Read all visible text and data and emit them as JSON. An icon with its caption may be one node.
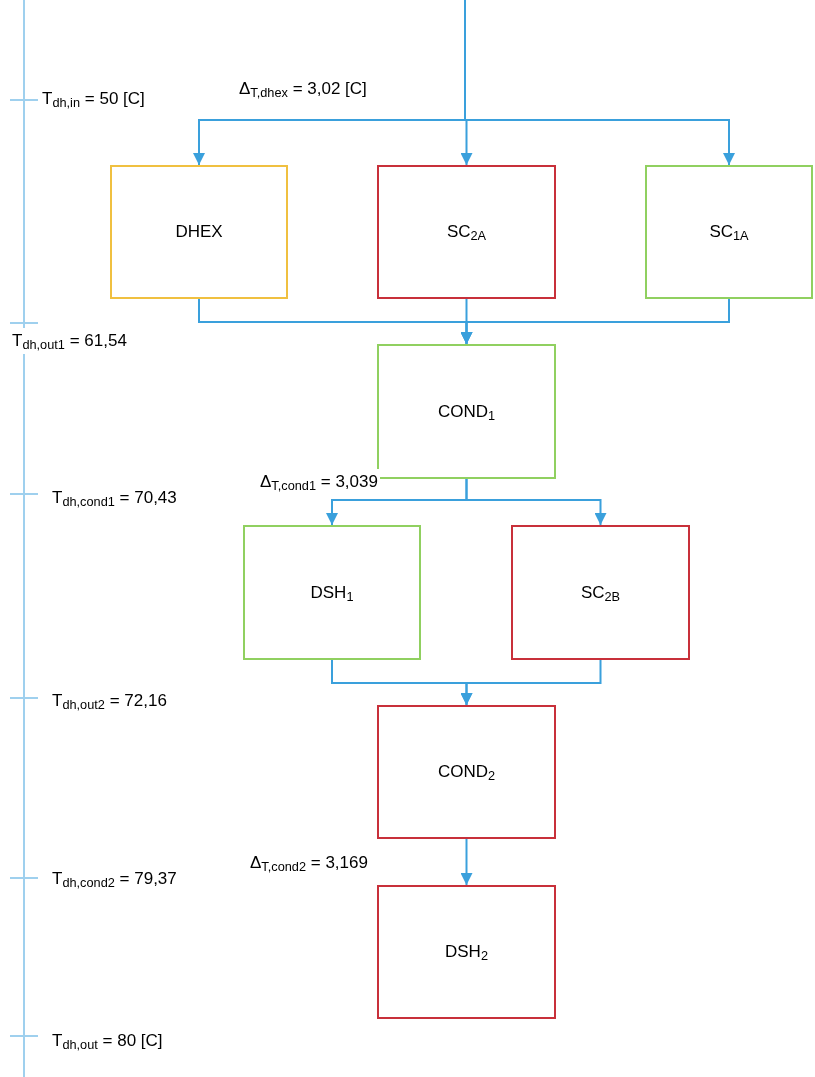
{
  "diagram": {
    "nodes": [
      {
        "text": [
          "DHEX"
        ]
      },
      {
        "text": [
          "SC$_{2A}$"
        ]
      },
      {
        "text": [
          "SC$_{1A}$"
        ]
      },
      {
        "text": [
          "COND$_{1}$"
        ]
      },
      {
        "text": [
          "DSH$_{1}$"
        ]
      },
      {
        "text": [
          "SC$_{2B}$"
        ]
      },
      {
        "text": [
          "COND$_{2}$"
        ]
      },
      {
        "text": [
          "DSH$_{2}$"
        ]
      }
    ],
    "edges": [
      {
        "from": null,
        "to": 0,
        "arrow": "to"
      },
      {
        "from": null,
        "to": 1,
        "arrow": "to"
      },
      {
        "from": null,
        "to": 2,
        "arrow": "to"
      },
      {
        "from": 0,
        "to": 3,
        "arrow": "to"
      },
      {
        "from": 1,
        "to": 3,
        "arrow": "to"
      },
      {
        "from": 2,
        "to": 3,
        "arrow": "to"
      },
      {
        "from": 3,
        "to": 4,
        "arrow": "to"
      },
      {
        "from": 3,
        "to": 5,
        "arrow": "to"
      },
      {
        "from": 4,
        "to": 6,
        "arrow": "to"
      },
      {
        "from": 5,
        "to": 6,
        "arrow": "to"
      },
      {
        "from": 6,
        "to": 7,
        "arrow": "to"
      }
    ],
    "labels": [
      "T$_{dh,in}$ = 50 [C]",
      "Δ$_{T,dhex}$ = 3,02 [C]",
      "T$_{dh,out1}$ = 61,54",
      "T$_{dh,cond1}$ = 70,43",
      "Δ$_{T,cond1}$ = 3,039",
      "T$_{dh,out2}$ = 72,16",
      "T$_{dh,cond2}$ = 79,37",
      "Δ$_{T,cond2}$ = 3,169",
      "T$_{dh,out}$ = 80 [C]"
    ]
  }
}
